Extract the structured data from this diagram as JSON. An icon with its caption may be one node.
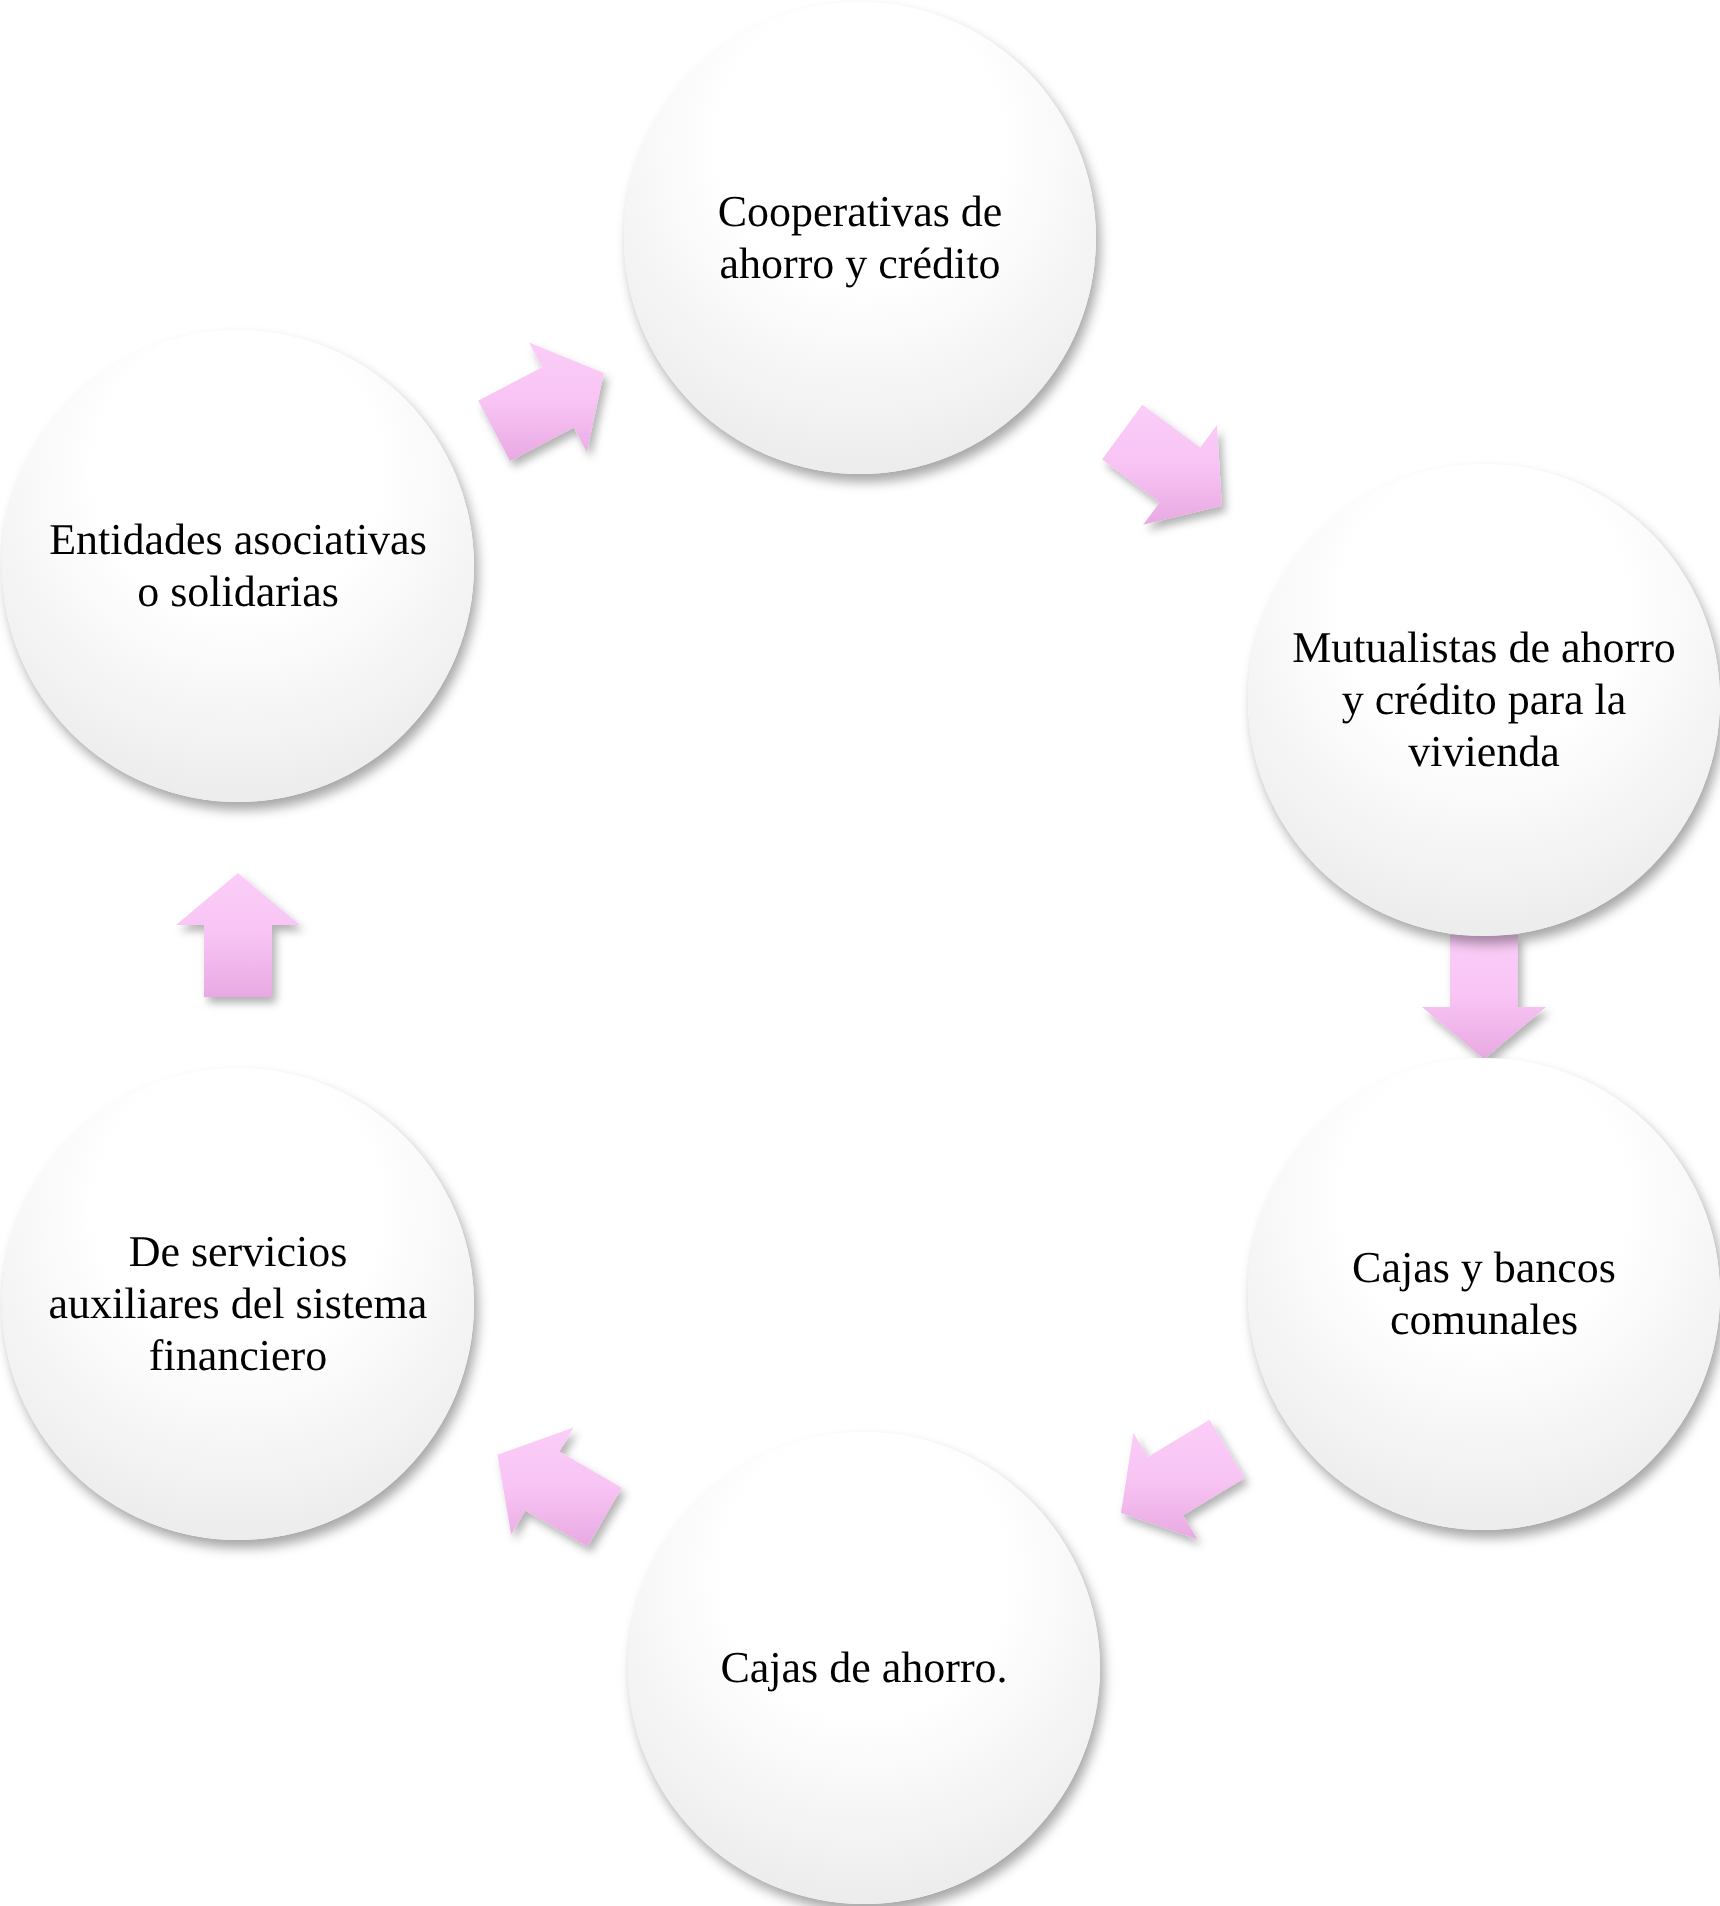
{
  "diagram": {
    "nodes": [
      {
        "text": [
          "Cooperativas de ahorro y crédito"
        ]
      },
      {
        "text": [
          "Mutualistas de ahorro y crédito para la vivienda"
        ]
      },
      {
        "text": [
          "Cajas y bancos comunales"
        ]
      },
      {
        "text": [
          "Cajas de ahorro."
        ]
      },
      {
        "text": [
          "De servicios auxiliares del sistema financiero"
        ]
      },
      {
        "text": [
          "Entidades asociativas o solidarias"
        ]
      }
    ],
    "edges": [
      {
        "from": 0,
        "to": 1,
        "arrow": "to"
      },
      {
        "from": 1,
        "to": 2,
        "arrow": "to"
      },
      {
        "from": 2,
        "to": 3,
        "arrow": "to"
      },
      {
        "from": 3,
        "to": 4,
        "arrow": "to"
      },
      {
        "from": 4,
        "to": 5,
        "arrow": "to"
      },
      {
        "from": 5,
        "to": 0,
        "arrow": "to"
      }
    ]
  }
}
